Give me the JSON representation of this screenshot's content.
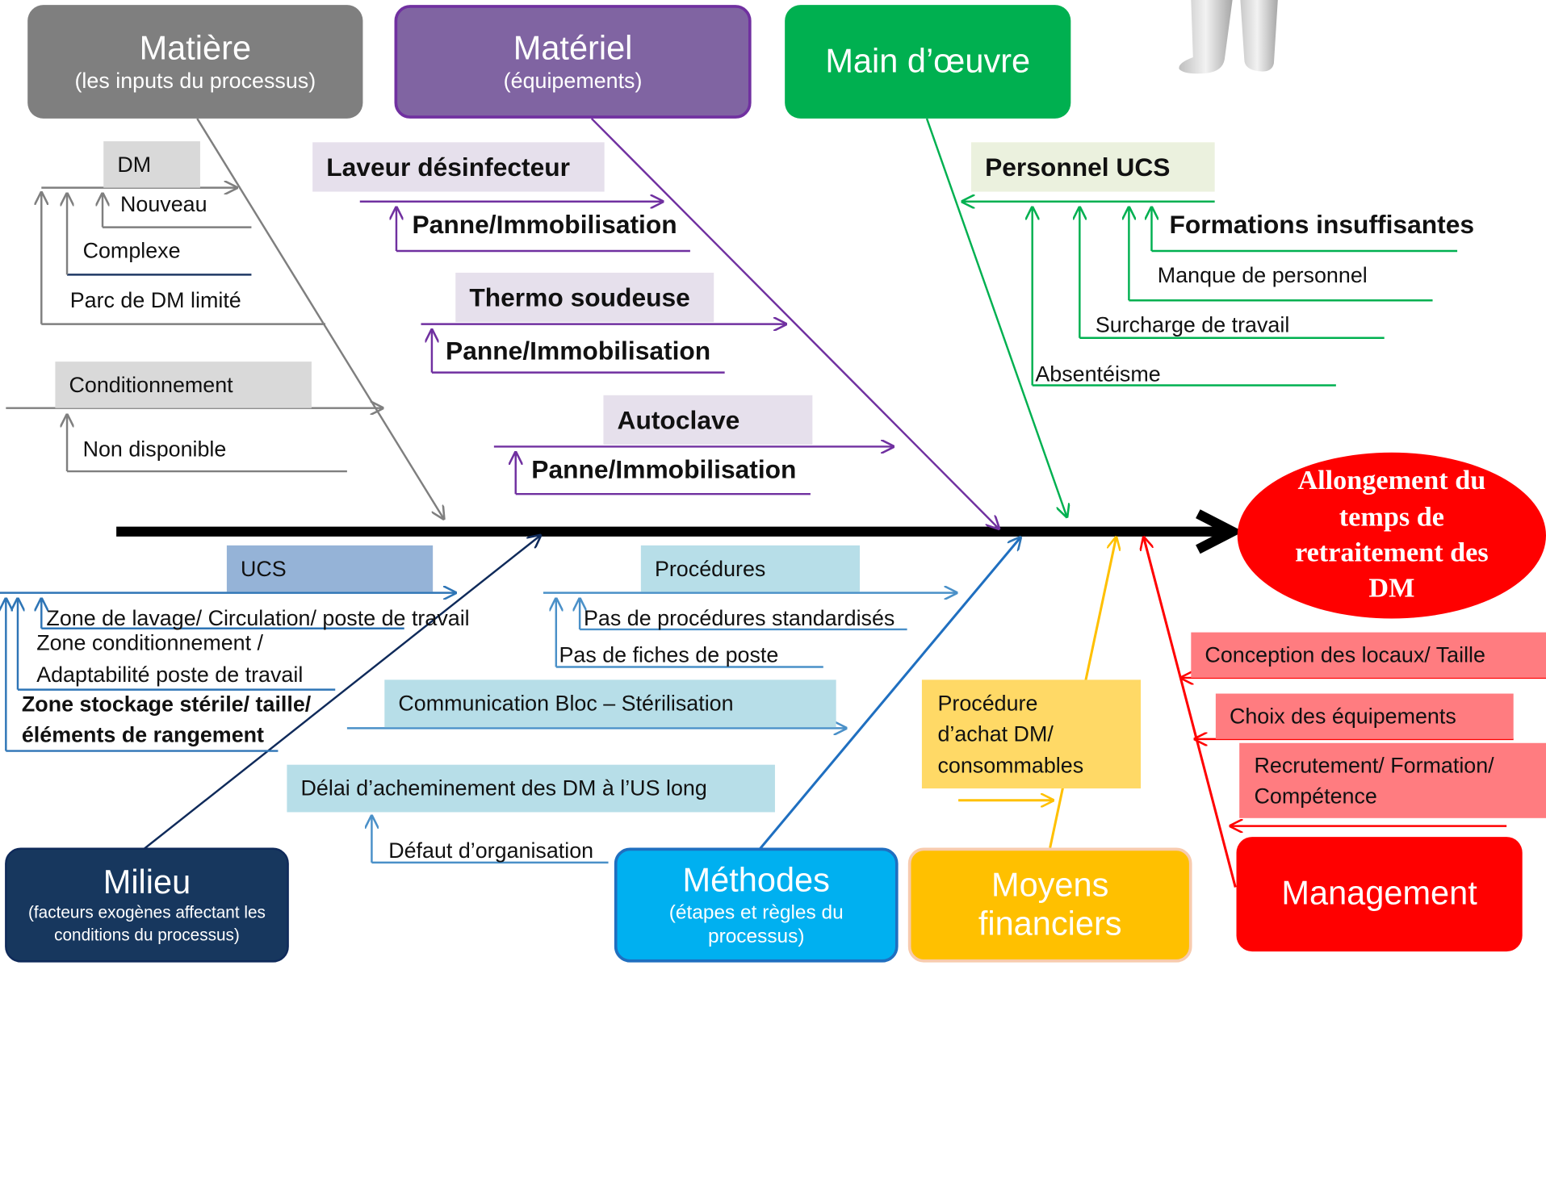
{
  "effect": {
    "label": "Allongement du temps de retraitement des DM",
    "color": "#ff0000"
  },
  "categories": {
    "matiere": {
      "title": "Matière",
      "subtitle": "(les inputs du processus)",
      "color": "#7f7f7f"
    },
    "materiel": {
      "title": "Matériel",
      "subtitle": "(équipements)",
      "color": "#8064a2"
    },
    "main": {
      "title": "Main d’œuvre",
      "color": "#00b050"
    },
    "milieu": {
      "title": "Milieu",
      "subtitle": "(facteurs exogènes affectant les conditions du processus)",
      "color": "#17375e"
    },
    "methodes": {
      "title": "Méthodes",
      "subtitle": "(étapes et règles du processus)",
      "color": "#00b0f0"
    },
    "moyens": {
      "title": "Moyens financiers",
      "color": "#ffc000"
    },
    "management": {
      "title": "Management",
      "color": "#ff0000"
    }
  },
  "matiere": {
    "dm": "DM",
    "nouveau": "Nouveau",
    "complexe": "Complexe",
    "parc": "Parc de DM limité",
    "conditionnement": "Conditionnement",
    "non_disponible": "Non disponible"
  },
  "materiel": {
    "laveur": "Laveur désinfecteur",
    "panne1": "Panne/Immobilisation",
    "thermo": "Thermo soudeuse",
    "panne2": "Panne/Immobilisation",
    "autoclave": "Autoclave",
    "panne3": "Panne/Immobilisation"
  },
  "main": {
    "personnel": "Personnel UCS",
    "formations": "Formations insuffisantes",
    "manque": "Manque de personnel",
    "surcharge": "Surcharge de travail",
    "absenteisme": "Absentéisme"
  },
  "milieu": {
    "ucs": "UCS",
    "zone_lavage": "Zone de lavage/ Circulation/ poste de travail",
    "zone_cond_1": "Zone conditionnement /",
    "zone_cond_2": "Adaptabilité poste de travail",
    "zone_stock_1": "Zone stockage stérile/ taille/",
    "zone_stock_2": "éléments de rangement"
  },
  "methodes": {
    "procedures": "Procédures",
    "pas_procedures": "Pas de procédures standardisés",
    "pas_fiches": "Pas de fiches de poste",
    "communication": "Communication Bloc – Stérilisation",
    "delai": "Délai d’acheminement des DM à l’US long",
    "defaut": "Défaut d’organisation"
  },
  "moyens": {
    "procedure_achat": "Procédure d’achat  DM/ consommables"
  },
  "management": {
    "conception": "Conception des locaux/ Taille",
    "choix": "Choix des équipements",
    "recrutement": "Recrutement/ Formation/ Compétence"
  }
}
